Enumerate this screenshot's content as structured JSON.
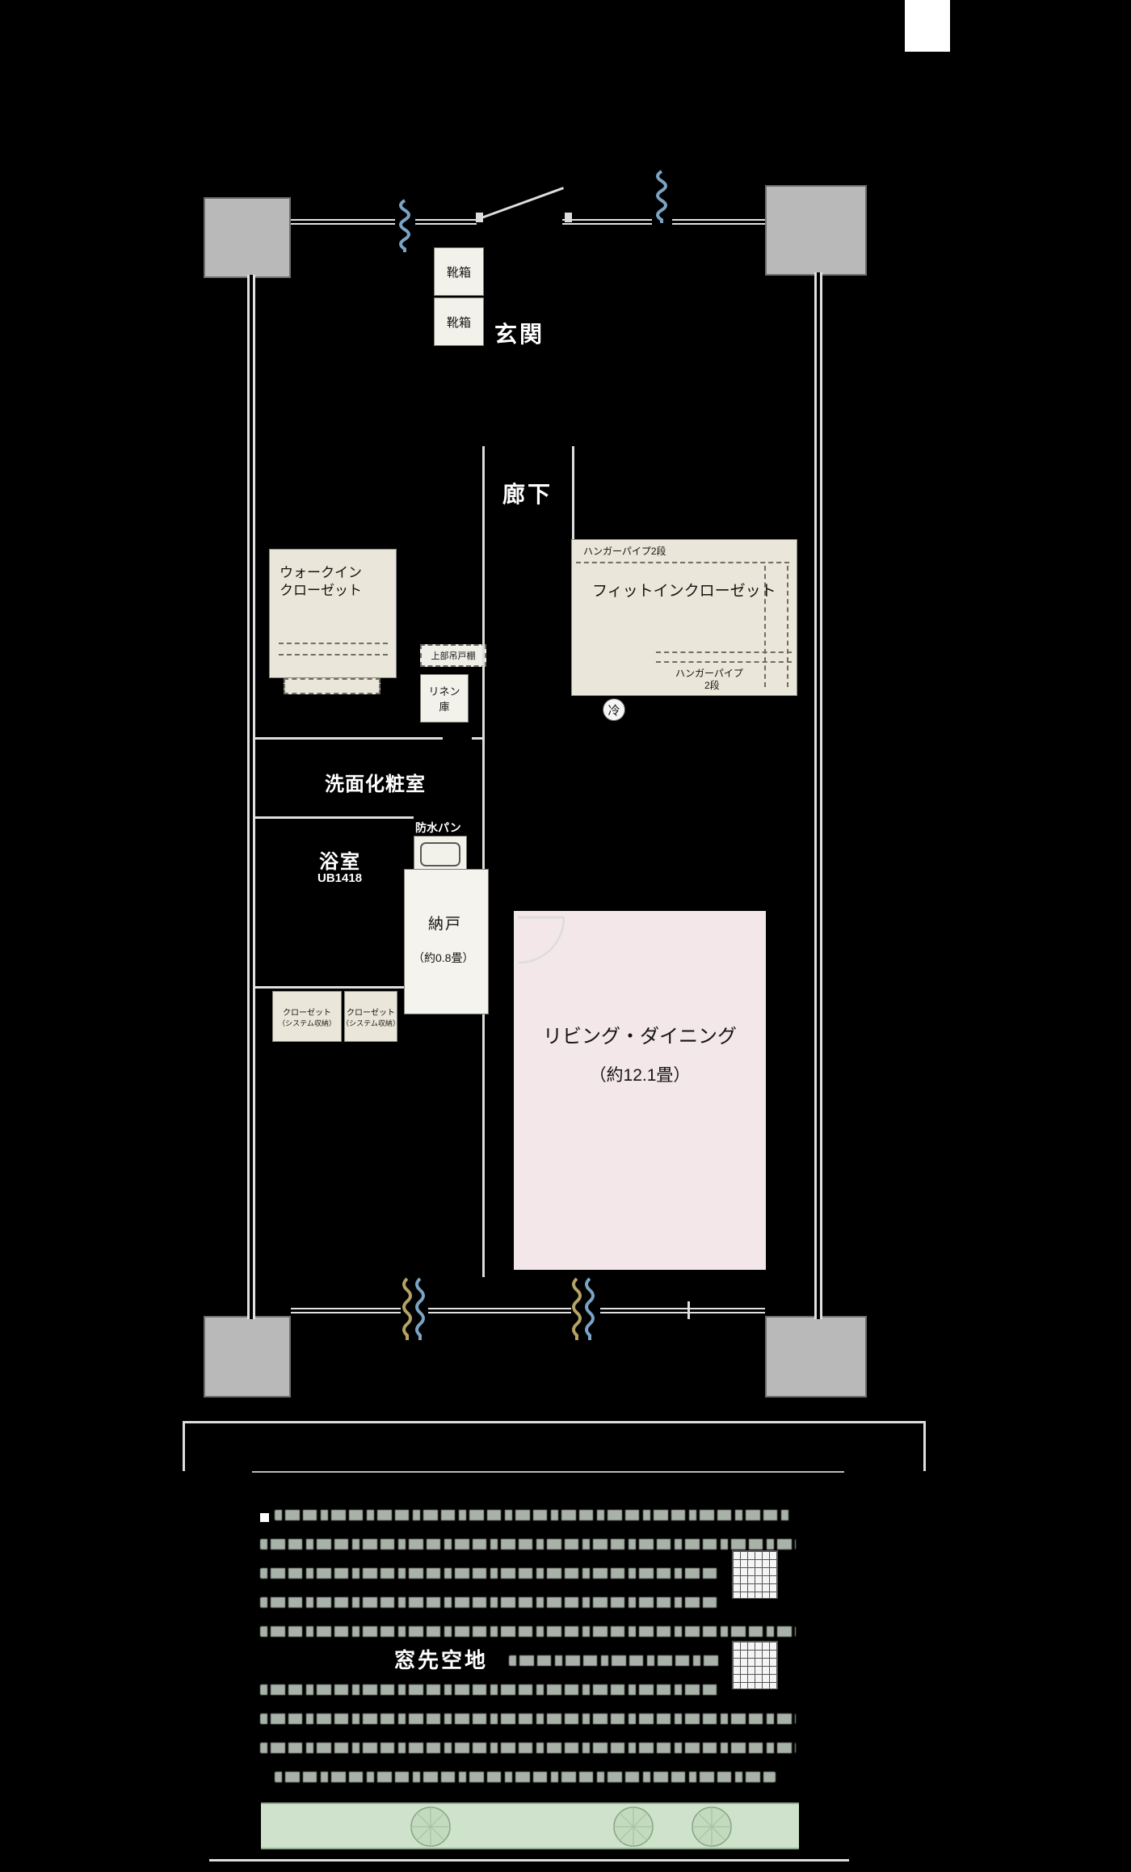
{
  "plan": {
    "entrance": {
      "label": "玄関",
      "shoe_box": "靴箱"
    },
    "hallway": {
      "label": "廊下"
    },
    "walk_in_closet": {
      "line1": "ウォークイン",
      "line2": "クローゼット"
    },
    "fit_in_closet": {
      "label": "フィットインクローゼット",
      "hanger_pipe_top": "ハンガーパイプ2段",
      "hanger_pipe_bottom_line1": "ハンガーパイプ",
      "hanger_pipe_bottom_line2": "2段"
    },
    "upper_cabinet": {
      "label": "上部吊戸棚"
    },
    "linen_storage": {
      "line1": "リネン",
      "line2": "庫"
    },
    "refrigerator": {
      "label": "冷"
    },
    "washroom": {
      "label": "洗面化粧室"
    },
    "waterproof_pan": {
      "label": "防水パン"
    },
    "bathroom": {
      "label": "浴室",
      "unit": "UB1418"
    },
    "storage_room": {
      "label": "納戸",
      "size": "（約0.8畳）"
    },
    "system_closet": {
      "line1": "クローゼット",
      "line2": "（システム収納）"
    },
    "living_dining": {
      "label": "リビング・ダイニング",
      "size": "（約12.1畳）"
    },
    "open_space": {
      "label": "窓先空地"
    }
  },
  "colors": {
    "closet_fill": "#eae6da",
    "living_fill": "#f3e7ea",
    "pillar": "#b9b9b9",
    "wall": "#e0e0e0",
    "planting": "#cfe2cb",
    "window_blue": "#7aa3c4",
    "window_tan": "#b5a265"
  }
}
